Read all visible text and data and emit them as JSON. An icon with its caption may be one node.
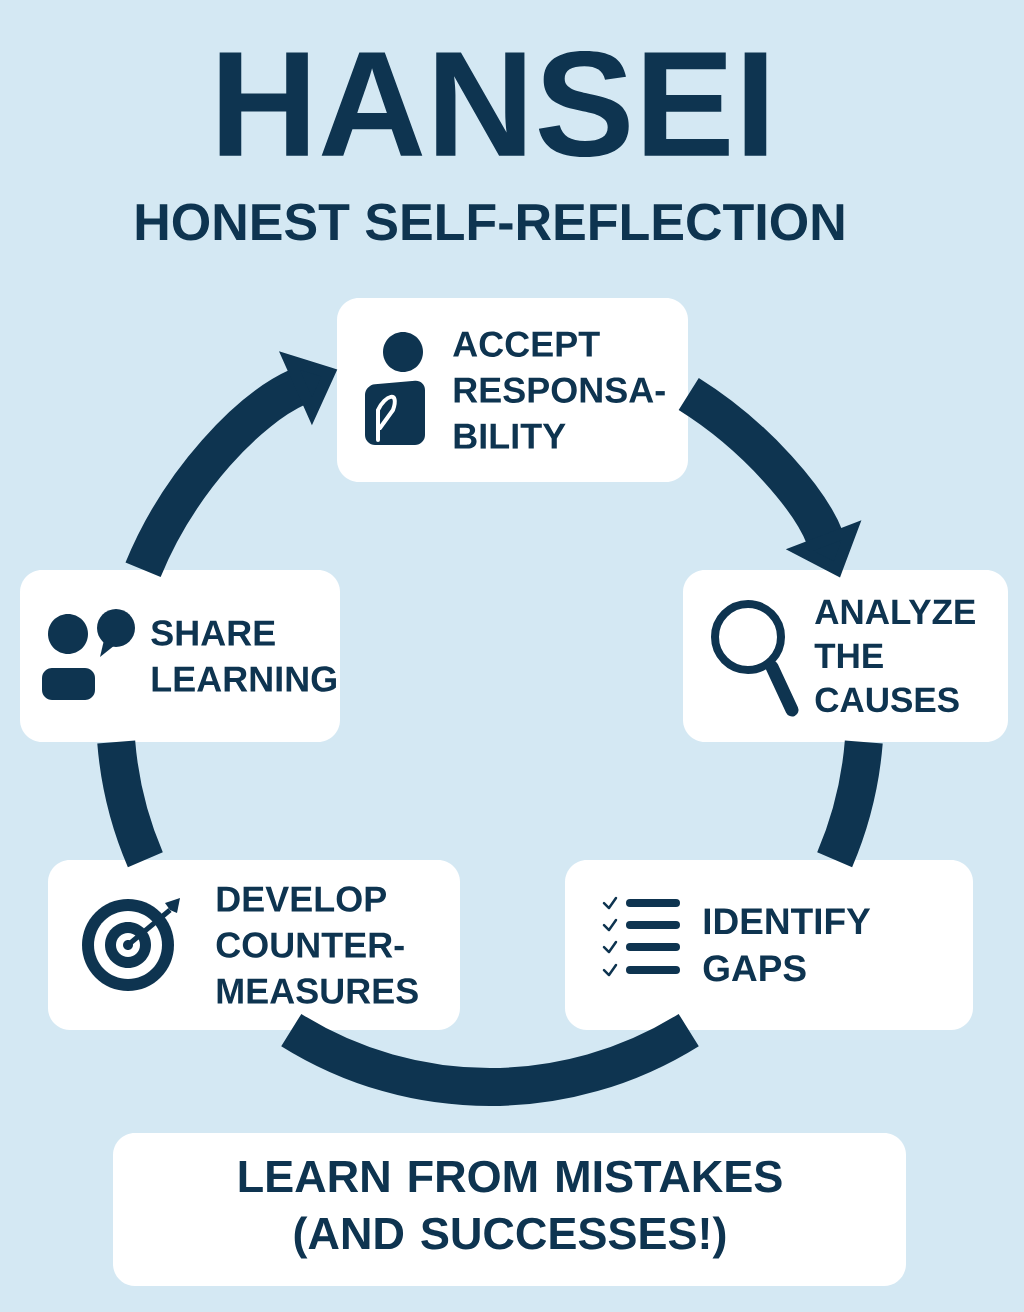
{
  "diagram": {
    "title": "HANSEI",
    "nodes": [
      {
        "text": [
          "ACCEPT RESPONSA- BILITY"
        ]
      },
      {
        "text": [
          "ANALYZE THE CAUSES"
        ]
      },
      {
        "text": [
          "IDENTIFY GAPS"
        ]
      },
      {
        "text": [
          "DEVELOP COUNTER- MEASURES"
        ]
      },
      {
        "text": [
          "SHARE LEARNING"
        ]
      },
      {
        "text": [
          "LEARN FROM MISTAKES (AND SUCCESSES!)"
        ]
      }
    ],
    "edges": [
      {
        "from": 0,
        "to": 1,
        "arrow": "to"
      },
      {
        "from": 1,
        "to": 2,
        "arrow": "none"
      },
      {
        "from": 2,
        "to": 3,
        "arrow": "none"
      },
      {
        "from": 3,
        "to": 4,
        "arrow": "none"
      },
      {
        "from": 4,
        "to": 0,
        "arrow": "to"
      }
    ],
    "labels": [
      "HONEST SELF-REFLECTION"
    ]
  }
}
